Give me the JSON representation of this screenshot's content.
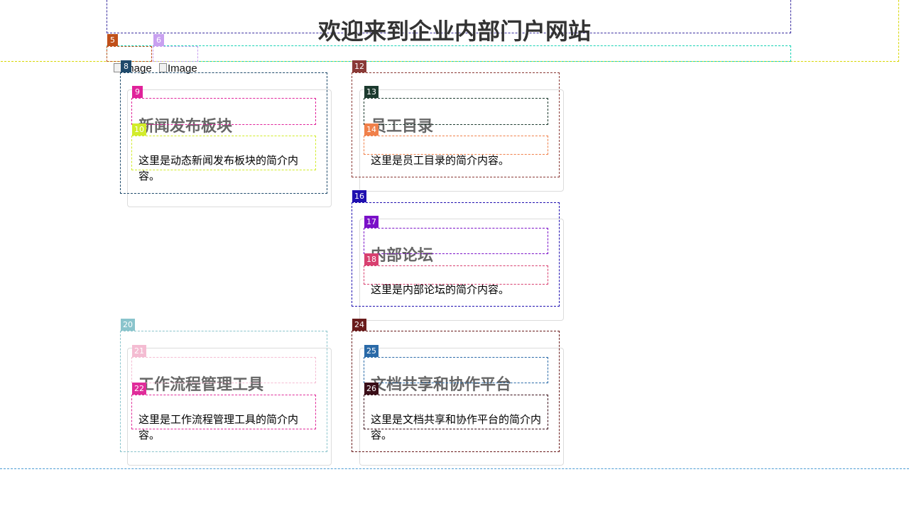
{
  "header": {
    "title": "欢迎来到企业内部门户网站"
  },
  "images": [
    {
      "alt": "Image"
    },
    {
      "alt": "Image"
    }
  ],
  "cards": [
    {
      "title": "新闻发布板块",
      "description": "这里是动态新闻发布板块的简介内容。"
    },
    {
      "title": "员工目录",
      "description": "这里是员工目录的简介内容。"
    },
    {
      "title": "内部论坛",
      "description": "这里是内部论坛的简介内容。"
    },
    {
      "title": "工作流程管理工具",
      "description": "这里是工作流程管理工具的简介内容。"
    },
    {
      "title": "文档共享和协作平台",
      "description": "这里是文档共享和协作平台的简介内容。"
    }
  ],
  "overlay_labels": [
    "5",
    "6",
    "8",
    "9",
    "10",
    "12",
    "13",
    "14",
    "16",
    "17",
    "18",
    "20",
    "21",
    "22",
    "24",
    "25",
    "26"
  ],
  "overlay_colors": {
    "page_outer": "#d7d700",
    "header": "#3a2ea0",
    "nav": "#17d2b4",
    "footer": "#4a9bd4",
    "box_5": "#c0501a",
    "box_6": "#c8a0f0",
    "box_8": "#1f4a6b",
    "box_9": "#e0229a",
    "box_10": "#d2ec2a",
    "box_12": "#8a3a36",
    "box_13": "#1c3a2e",
    "box_14": "#f0804a",
    "box_16": "#2010b0",
    "box_17": "#7a10c8",
    "box_18": "#d84070",
    "box_20": "#8ac4cc",
    "box_21": "#f4bcd2",
    "box_22": "#e02c9a",
    "box_24": "#6a1c1c",
    "box_25": "#2a6aa8",
    "box_26": "#3a0e18"
  }
}
